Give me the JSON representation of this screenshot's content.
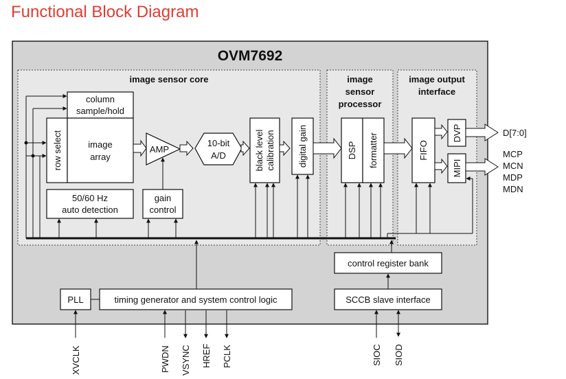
{
  "title": "Functional Block Diagram",
  "chip": "OVM7692",
  "sections": {
    "core": "image sensor core",
    "processor": [
      "image",
      "sensor",
      "processor"
    ],
    "output": [
      "image output",
      "interface"
    ]
  },
  "blocks": {
    "column": [
      "column",
      "sample/hold"
    ],
    "row_select": "row select",
    "array": [
      "image",
      "array"
    ],
    "amp": "AMP",
    "adc": [
      "10-bit",
      "A/D"
    ],
    "auto_detect": [
      "50/60 Hz",
      "auto detection"
    ],
    "gain_control": [
      "gain",
      "control"
    ],
    "black_level": [
      "black level",
      "calibration"
    ],
    "digital_gain": "digital gain",
    "dsp": "DSP",
    "formatter": "formatter",
    "fifo": "FIFO",
    "dvp": "DVP",
    "mipi": "MIPI",
    "control_register": "control register bank",
    "pll": "PLL",
    "timing": "timing generator and system control logic",
    "sccb": "SCCB slave interface"
  },
  "outputs": {
    "dvp": "D[7:0]",
    "mipi": [
      "MCP",
      "MCN",
      "MDP",
      "MDN"
    ]
  },
  "pins": [
    "XVCLK",
    "PWDN",
    "VSYNC",
    "HREF",
    "PCLK",
    "SIOC",
    "SIOD"
  ],
  "colors": {
    "title": "#e03c31",
    "chip_bg": "#d3d3d3",
    "section_bg": "#e8e8e8"
  }
}
